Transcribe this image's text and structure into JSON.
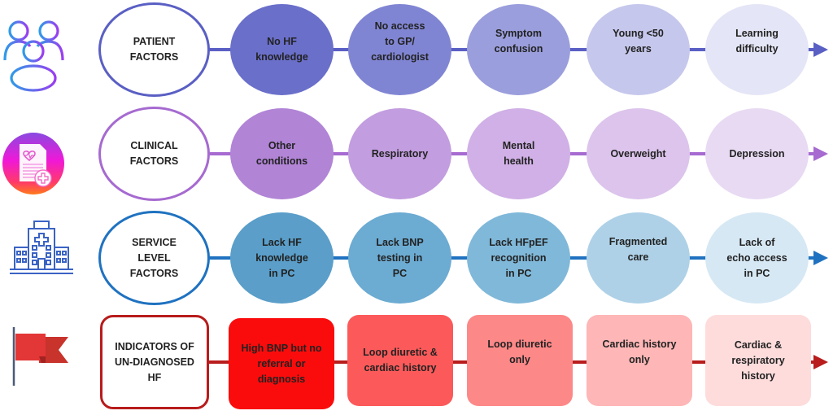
{
  "rows": [
    {
      "id": "patient",
      "icon": "people-group-icon",
      "header": "PATIENT\nFACTORS",
      "color": "#5a5fc4",
      "shape": "ellipse",
      "nodes": [
        {
          "label": "No HF\nknowledge",
          "fill": "#6a6fca"
        },
        {
          "label": "No access\nto GP/\ncardiologist",
          "fill": "#8085d3"
        },
        {
          "label": "Symptom\nconfusion",
          "fill": "#9a9edc"
        },
        {
          "label": "Young <50\nyears",
          "fill": "#c5c7ec"
        },
        {
          "label": "Learning\ndifficulty",
          "fill": "#e4e5f6"
        }
      ]
    },
    {
      "id": "clinical",
      "icon": "medical-record-icon",
      "header": "CLINICAL\nFACTORS",
      "color": "#a66ad0",
      "shape": "ellipse",
      "nodes": [
        {
          "label": "Other\nconditions",
          "fill": "#b184d6"
        },
        {
          "label": "Respiratory",
          "fill": "#c29ddf"
        },
        {
          "label": "Mental\nhealth",
          "fill": "#d0b0e6"
        },
        {
          "label": "Overweight",
          "fill": "#dcc4ec"
        },
        {
          "label": "Depression",
          "fill": "#e8daf3"
        }
      ]
    },
    {
      "id": "service",
      "icon": "hospital-icon",
      "header": "SERVICE\nLEVEL\nFACTORS",
      "color": "#1f72c0",
      "shape": "ellipse",
      "nodes": [
        {
          "label": "Lack HF\nknowledge\nin PC",
          "fill": "#5a9ec9"
        },
        {
          "label": "Lack BNP\ntesting in\nPC",
          "fill": "#6cabd2"
        },
        {
          "label": "Lack HFpEF\nrecognition\nin PC",
          "fill": "#80b8d9"
        },
        {
          "label": "Fragmented\ncare",
          "fill": "#aed1e7"
        },
        {
          "label": "Lack of\necho access\nin PC",
          "fill": "#d6e8f4"
        }
      ]
    },
    {
      "id": "indicators",
      "icon": "red-flag-icon",
      "header": "INDICATORS OF\nUN-DIAGNOSED\nHF",
      "color": "#b81c1c",
      "shape": "box",
      "nodes": [
        {
          "label": "High BNP but no\nreferral or\ndiagnosis",
          "fill": "#fa0c0c"
        },
        {
          "label": "Loop diuretic &\ncardiac history",
          "fill": "#fc5a5a"
        },
        {
          "label": "Loop diuretic\nonly",
          "fill": "#fd8888"
        },
        {
          "label": "Cardiac history\nonly",
          "fill": "#feb6b6"
        },
        {
          "label": "Cardiac &\nrespiratory\nhistory",
          "fill": "#fedcdc"
        }
      ]
    }
  ]
}
